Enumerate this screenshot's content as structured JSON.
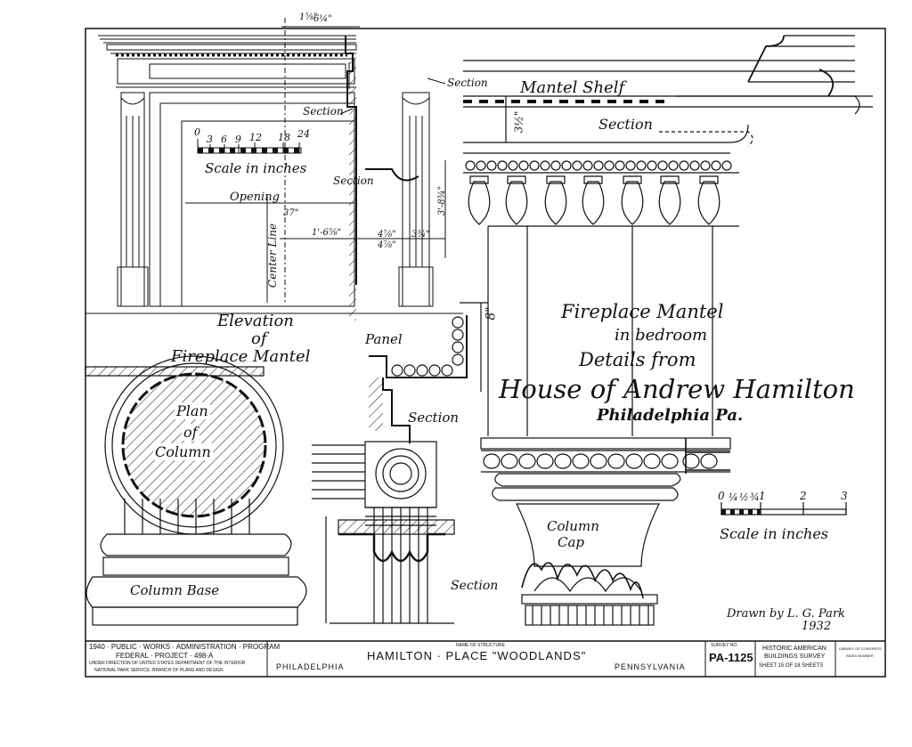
{
  "titles": {
    "elevation": [
      "Elevation",
      "of",
      "Fireplace Mantel"
    ],
    "plan_of_column": [
      "Plan",
      "of",
      "Column"
    ],
    "column_base": "Column Base",
    "column_cap": [
      "Column",
      "Cap"
    ],
    "main": [
      "Fireplace Mantel",
      "in bedroom",
      "Details from",
      "House of Andrew Hamilton",
      "Philadelphia Pa."
    ]
  },
  "labels": {
    "scale_inches": "Scale in inches",
    "opening": "Opening",
    "center_line": "Center Line",
    "section": "Section",
    "mantel_shelf": "Mantel Shelf",
    "panel": "Panel"
  },
  "dimensions": {
    "top_a": "1⅝\"",
    "top_b": "6¼\"",
    "d_37": "37\"",
    "d_1_6": "1'-6⅝\"",
    "d_4_1": "4⅞\"",
    "d_4_2": "4⅞\"",
    "d_3_4": "3¾\"",
    "d_3_8": "3'-8¾\"",
    "d_3_2": "3½\"",
    "d_8": "8\""
  },
  "scale_small": [
    "0",
    "3",
    "6",
    "9",
    "12",
    "18",
    "24"
  ],
  "scale_large": [
    "0",
    "¼",
    "½",
    "¾",
    "1",
    "2",
    "3"
  ],
  "signature": [
    "Drawn by L. G. Park",
    "1932"
  ],
  "title_block": {
    "program_line1": "1940 · PUBLIC · WORKS · ADMINISTRATION · PROGRAM",
    "program_line2": "FEDERAL · PROJECT · 498-A",
    "program_line3": "UNDER DIRECTION OF UNITED STATES DEPARTMENT OF THE INTERIOR",
    "program_line4": "NATIONAL PARK SERVICE, BRANCH OF PLANS AND DESIGN",
    "structure_caption": "NAME OF STRUCTURE",
    "structure_name": "HAMILTON · PLACE \"WOODLANDS\"",
    "city": "PHILADELPHIA",
    "state": "PENNSYLVANIA",
    "survey_caption": "SURVEY NO.",
    "survey_no": "PA-1125",
    "habs_line1": "HISTORIC AMERICAN",
    "habs_line2": "BUILDINGS SURVEY",
    "sheet_line": "SHEET 15 OF 18 SHEETS",
    "loc_line1": "LIBRARY OF CONGRESS",
    "loc_line2": "INDEX NUMBER"
  }
}
